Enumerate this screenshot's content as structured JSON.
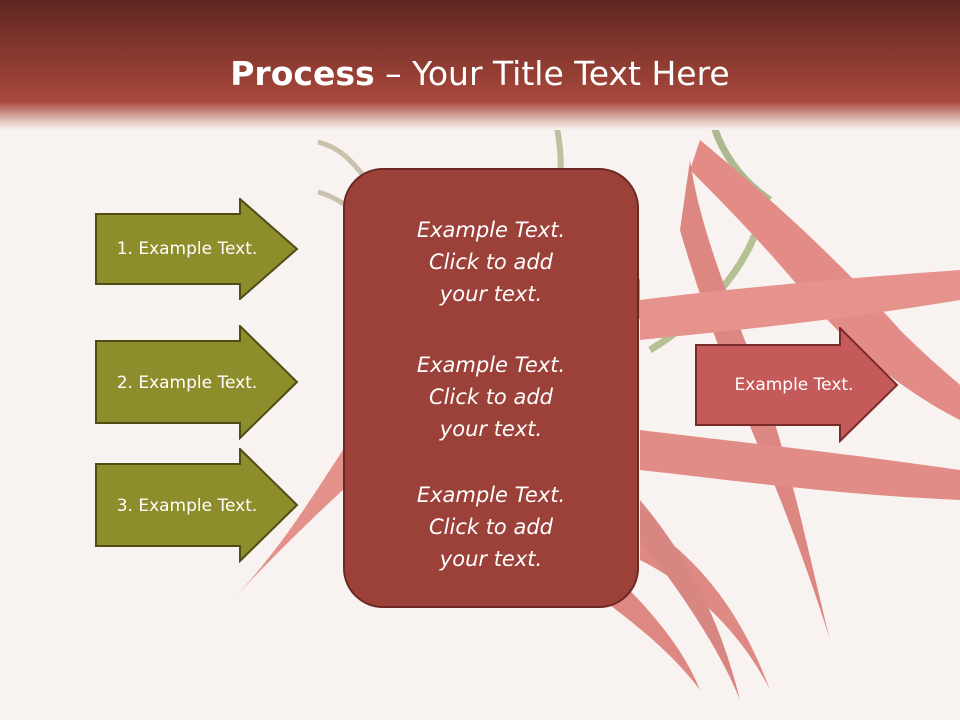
{
  "slide": {
    "title_bold": "Process",
    "title_rest": " – Your Title Text Here"
  },
  "left_arrows": [
    {
      "label": "1. Example Text."
    },
    {
      "label": "2. Example Text."
    },
    {
      "label": "3. Example Text."
    }
  ],
  "center_box": {
    "blocks": [
      {
        "line1": "Example Text.",
        "line2": "Click  to add",
        "line3": "your text."
      },
      {
        "line1": "Example Text.",
        "line2": "Click  to add",
        "line3": "your text."
      },
      {
        "line1": "Example Text.",
        "line2": "Click  to add",
        "line3": "your text."
      }
    ]
  },
  "right_arrow": {
    "label": "Example Text."
  },
  "colors": {
    "title_bar": "#8a3a30",
    "arrow_olive": "#8e8d2c",
    "center_box": "#9c4139",
    "right_arrow": "#c55a5a"
  }
}
